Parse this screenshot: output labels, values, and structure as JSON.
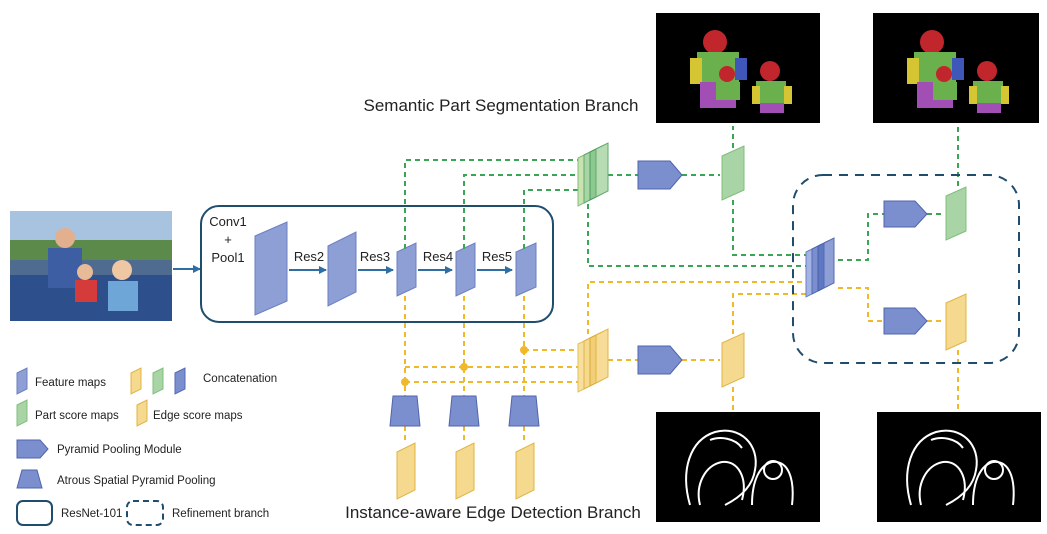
{
  "branches": {
    "semantic_title": "Semantic Part Segmentation Branch",
    "edge_title": "Instance-aware Edge Detection Branch"
  },
  "backbone": {
    "conv1_l1": "Conv1",
    "conv1_l2": "+",
    "conv1_l3": "Pool1",
    "res2": "Res2",
    "res3": "Res3",
    "res4": "Res4",
    "res5": "Res5"
  },
  "legend": {
    "feature_maps": "Feature maps",
    "concatenation": "Concatenation",
    "part_score_maps": "Part score maps",
    "edge_score_maps": "Edge score maps",
    "ppm": "Pyramid Pooling Module",
    "aspp": "Atrous Spatial Pyramid Pooling",
    "resnet": "ResNet-101",
    "refinement": "Refinement branch"
  },
  "colors": {
    "feature": "#8e9fd6",
    "module": "#7b8fcf",
    "part": "#a9d4a6",
    "edge": "#f4d98e",
    "green_line": "#3aa655",
    "yellow_line": "#f0b92c",
    "blue_line": "#1f4d6e",
    "arrow": "#2f6ea3"
  }
}
